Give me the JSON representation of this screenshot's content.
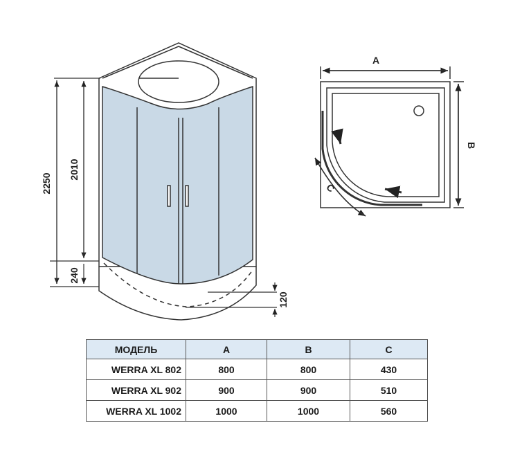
{
  "dimensions": {
    "total_height": "2250",
    "cabin_height": "2010",
    "tray_height": "240",
    "tray_depth": "120",
    "width_label": "A",
    "depth_label": "B",
    "door_label": "C"
  },
  "table": {
    "headers": [
      "МОДЕЛЬ",
      "A",
      "B",
      "C"
    ],
    "rows": [
      [
        "WERRA XL 802",
        "800",
        "800",
        "430"
      ],
      [
        "WERRA XL 902",
        "900",
        "900",
        "510"
      ],
      [
        "WERRA XL 1002",
        "1000",
        "1000",
        "560"
      ]
    ]
  },
  "colors": {
    "glass": "#c9d9e6",
    "header": "#dde9f4"
  }
}
